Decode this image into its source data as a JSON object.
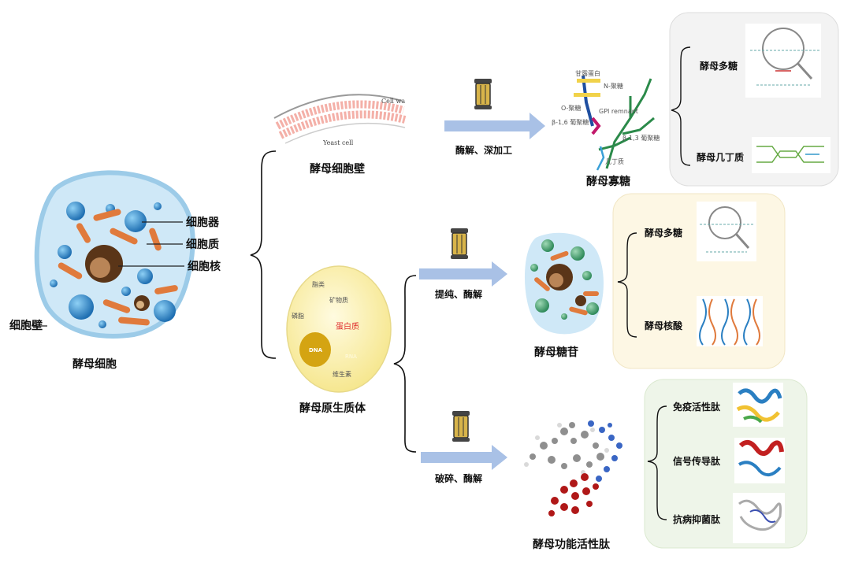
{
  "yeast_cell": {
    "title": "酵母细胞",
    "labels": [
      "细胞器",
      "细胞质",
      "细胞核",
      "细胞壁"
    ]
  },
  "cell_wall": {
    "title": "酵母细胞壁",
    "illus_text_1": "Cell wa",
    "illus_text_2": "Yeast cell"
  },
  "protoplast": {
    "title": "酵母原生质体",
    "inner_labels": [
      "脂类",
      "矿物质",
      "磷脂",
      "蛋白质",
      "DNA",
      "RNA",
      "维生素"
    ]
  },
  "process_1": {
    "label": "酶解、深加工"
  },
  "process_2": {
    "label": "提纯、酶解"
  },
  "process_3": {
    "label": "破碎、酶解"
  },
  "oligosaccharide": {
    "title": "酵母寡糖",
    "illus_labels": [
      "甘露蛋白",
      "N-聚糖",
      "O-聚糖",
      "GPI remnant",
      "β-1,6 葡聚糖",
      "β-1,3 葡聚糖",
      "几丁质"
    ],
    "products": [
      "酵母多糖",
      "酵母几丁质"
    ]
  },
  "glycoside": {
    "title": "酵母糖苷",
    "products": [
      "酵母多糖",
      "酵母核酸"
    ]
  },
  "peptide": {
    "title": "酵母功能活性肽",
    "products": [
      "免疫活性肽",
      "信号传导肽",
      "抗病抑菌肽"
    ]
  },
  "colors": {
    "cell_fill": "#cfe8f7",
    "nucleus": "#5a3518",
    "organelle": "#2a7fc2",
    "mito": "#e07a3c",
    "protoplast_fill": "#fbf3b0",
    "dna": "#d4a412",
    "arrow": "#a9c1e6",
    "box_grey": "#f3f3f3",
    "box_yellow": "#fdf7e4",
    "box_green": "#eef5e9"
  }
}
